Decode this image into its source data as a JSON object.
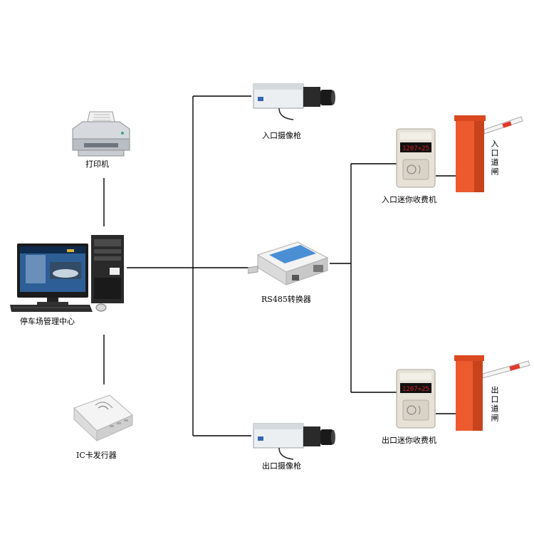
{
  "labels": {
    "printer": "打印机",
    "parking_center": "停车场管理中心",
    "ic_issuer": "IC卡发行器",
    "entry_camera": "入口摄像枪",
    "rs485": "RS485转换器",
    "exit_camera": "出口摄像枪",
    "entry_mini": "入口迷你收费机",
    "exit_mini": "出口迷你收费机",
    "entry_gate": "入口道闸",
    "exit_gate": "出口道闸"
  },
  "charger_display": "1207=25",
  "colors": {
    "line": "#000000",
    "barrier": "#e8532c",
    "display": "#d42020"
  }
}
